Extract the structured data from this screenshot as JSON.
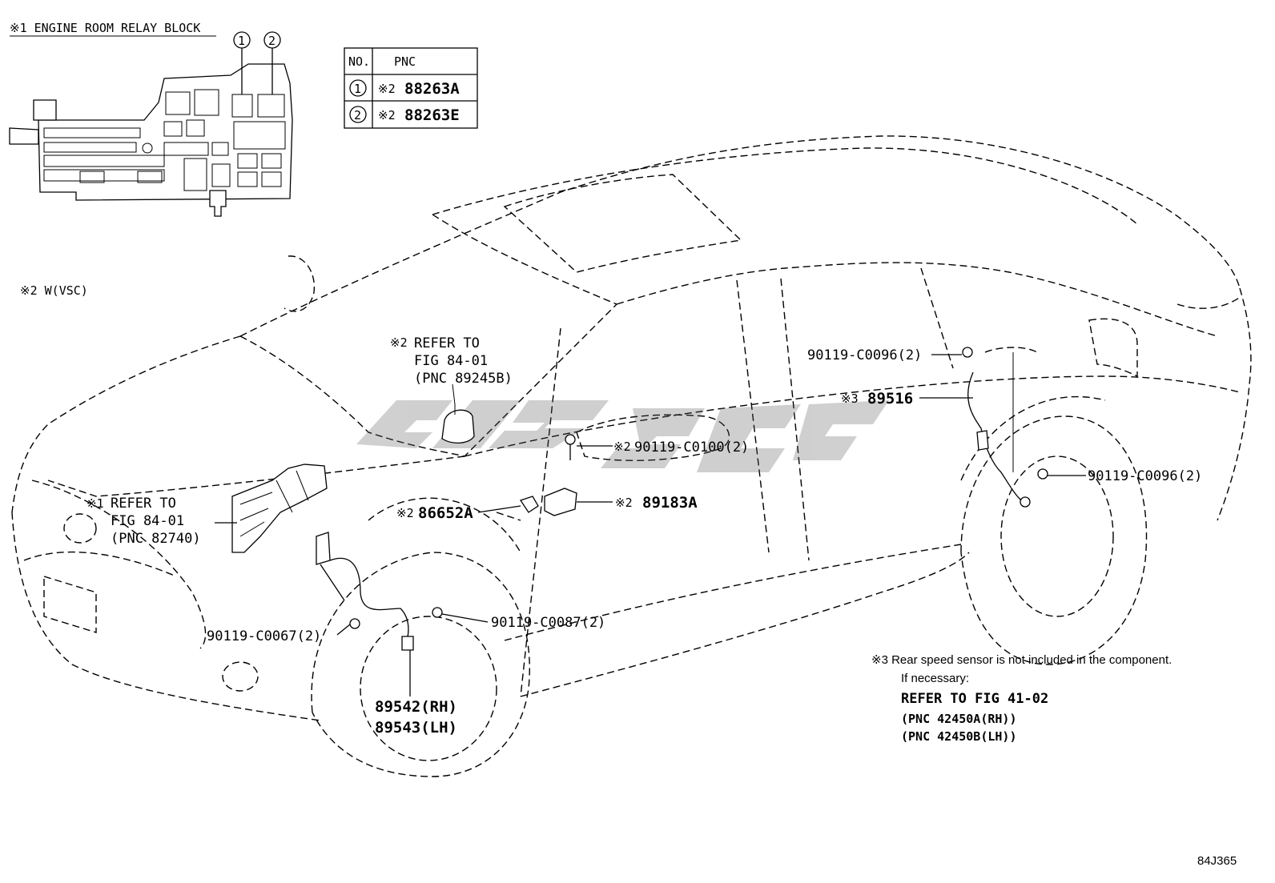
{
  "relay_block": {
    "title": "※1 ENGINE ROOM RELAY BLOCK",
    "callout_1": "1",
    "callout_2": "2"
  },
  "pnc_table": {
    "header_no": "NO.",
    "header_pnc": "PNC",
    "rows": [
      {
        "no": "1",
        "mark": "※2",
        "pnc": "88263A"
      },
      {
        "no": "2",
        "mark": "※2",
        "pnc": "88263E"
      }
    ]
  },
  "note_vsc": "※2 W(VSC)",
  "labels": {
    "refer_89245b": {
      "mark": "※2",
      "line1": "REFER TO",
      "line2": "FIG 84-01",
      "line3": "(PNC 89245B)"
    },
    "refer_82740": {
      "mark": "※1",
      "line1": "REFER TO",
      "line2": "FIG 84-01",
      "line3": "(PNC 82740)"
    },
    "p90119_c0100": {
      "mark": "※2",
      "text": "90119-C0100(2)"
    },
    "p86652a": {
      "mark": "※2",
      "text": "86652A"
    },
    "p89183a": {
      "mark": "※2",
      "text": "89183A"
    },
    "p90119_c0096_top": {
      "text": "90119-C0096(2)"
    },
    "p89516": {
      "mark": "※3",
      "text": "89516"
    },
    "p90119_c0096_rear": {
      "text": "90119-C0096(2)"
    },
    "p90119_c0067": {
      "text": "90119-C0067(2)"
    },
    "p90119_c0087": {
      "text": "90119-C0087(2)"
    },
    "p89542": {
      "text": "89542(RH)"
    },
    "p89543": {
      "text": "89543(LH)"
    }
  },
  "note_rear_sensor": {
    "line1": "※3 Rear speed sensor is not included in the component.",
    "line2": "If necessary:",
    "line3": "REFER TO FIG 41-02",
    "line4": "(PNC 42450A(RH))",
    "line5": "(PNC 42450B(LH))"
  },
  "figure_code": "84J365"
}
